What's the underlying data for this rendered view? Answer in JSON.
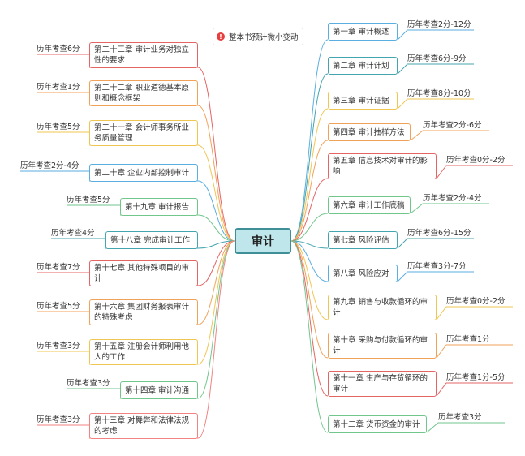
{
  "center": {
    "label": "审计"
  },
  "note": {
    "text": "整本书预计微小变动",
    "icon": "exclamation-icon"
  },
  "colors": {
    "teal": "#44a5ae",
    "green": "#71c68c",
    "yellow": "#efc652",
    "orange": "#f0a25a",
    "red": "#e56464",
    "blue": "#5aaee0",
    "coral": "#f38282"
  },
  "left_chapters": [
    {
      "label": "第二十三章 审计业务对独立性的要求",
      "score": "历年考查6分",
      "color": "#e56464"
    },
    {
      "label": "第二十二章 职业道德基本原则和概念框架",
      "score": "历年考查1分",
      "color": "#f0a25a"
    },
    {
      "label": "第二十一章 会计师事务所业务质量管理",
      "score": "历年考查5分",
      "color": "#efc652"
    },
    {
      "label": "第二十章 企业内部控制审计",
      "score": "历年考查2分-4分",
      "color": "#5aaee0"
    },
    {
      "label": "第十九章 审计报告",
      "score": "历年考查5分",
      "color": "#71c68c"
    },
    {
      "label": "第十八章 完成审计工作",
      "score": "历年考查4分",
      "color": "#44a5ae"
    },
    {
      "label": "第十七章 其他特殊项目的审计",
      "score": "历年考查7分",
      "color": "#e56464"
    },
    {
      "label": "第十六章 集团财务报表审计的特殊考虑",
      "score": "历年考查5分",
      "color": "#f0a25a"
    },
    {
      "label": "第十五章 注册会计师利用他人的工作",
      "score": "历年考查3分",
      "color": "#efc652"
    },
    {
      "label": "第十四章 审计沟通",
      "score": "历年考查3分",
      "color": "#71c68c"
    },
    {
      "label": "第十三章 对舞弊和法律法规的考虑",
      "score": "历年考查3分",
      "color": "#f38282"
    }
  ],
  "right_chapters": [
    {
      "label": "第一章 审计概述",
      "score": "历年考查2分-12分",
      "color": "#5aaee0"
    },
    {
      "label": "第二章 审计计划",
      "score": "历年考查6分-9分",
      "color": "#44a5ae"
    },
    {
      "label": "第三章 审计证据",
      "score": "历年考查8分-10分",
      "color": "#efc652"
    },
    {
      "label": "第四章 审计抽样方法",
      "score": "历年考查2分-6分",
      "color": "#f0a25a"
    },
    {
      "label": "第五章 信息技术对审计的影响",
      "score": "历年考查0分-2分",
      "color": "#e56464"
    },
    {
      "label": "第六章 审计工作底稿",
      "score": "历年考查2分-4分",
      "color": "#71c68c"
    },
    {
      "label": "第七章 风险评估",
      "score": "历年考查6分-15分",
      "color": "#44a5ae"
    },
    {
      "label": "第八章 风险应对",
      "score": "历年考查3分-7分",
      "color": "#5aaee0"
    },
    {
      "label": "第九章 销售与收款循环的审计",
      "score": "历年考查0分-2分",
      "color": "#efc652"
    },
    {
      "label": "第十章 采购与付款循环的审计",
      "score": "历年考查1分",
      "color": "#f0a25a"
    },
    {
      "label": "第十一章 生产与存货循环的审计",
      "score": "历年考查1分-5分",
      "color": "#e56464"
    },
    {
      "label": "第十二章 货币资金的审计",
      "score": "历年考查3分",
      "color": "#71c68c"
    }
  ]
}
